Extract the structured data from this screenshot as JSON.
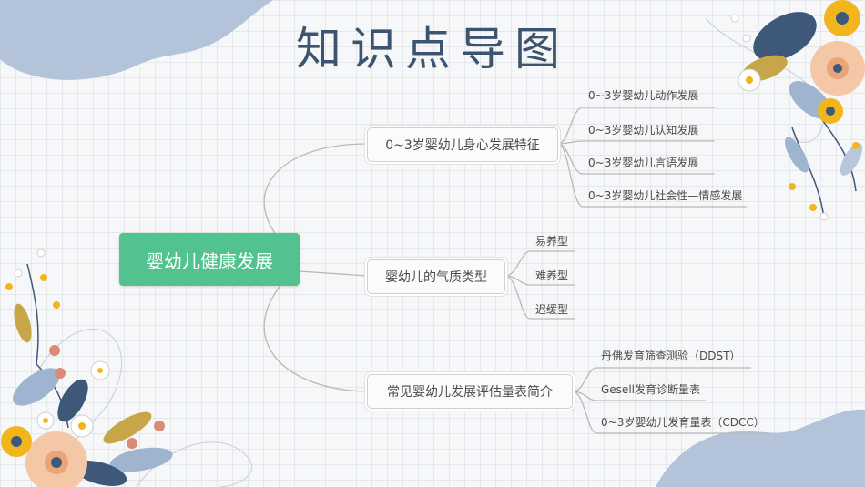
{
  "title": "知识点导图",
  "mindmap": {
    "root": "婴幼儿健康发展",
    "branches": [
      {
        "label": "0~3岁婴幼儿身心发展特征",
        "children": [
          "0~3岁婴幼儿动作发展",
          "0~3岁婴幼儿认知发展",
          "0~3岁婴幼儿言语发展",
          "0~3岁婴幼儿社会性—情感发展"
        ]
      },
      {
        "label": "婴幼儿的气质类型",
        "children": [
          "易养型",
          "难养型",
          "迟缓型"
        ]
      },
      {
        "label": "常见婴幼儿发展评估量表简介",
        "children": [
          "丹佛发育筛查测验（DDST）",
          "Gesell发育诊断量表",
          "0~3岁婴幼儿发育量表（CDCC）"
        ]
      }
    ]
  },
  "colors": {
    "title": "#3d5470",
    "root_fill": "#52c38e",
    "connector": "#b8b8b8",
    "blob": "#b3c3d9",
    "accent_yellow": "#f2b61d",
    "accent_peach": "#f4c7a6",
    "accent_navy": "#3e587a"
  }
}
